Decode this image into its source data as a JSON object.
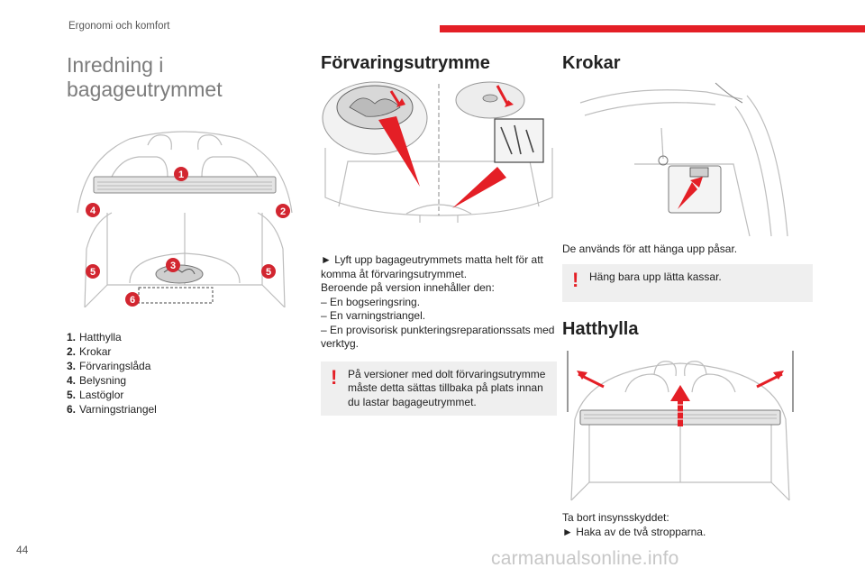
{
  "page": {
    "section_header": "Ergonomi och komfort",
    "page_number": "44",
    "watermark": "carmanualsonline.info",
    "accent_color": "#e41f26"
  },
  "col1": {
    "title": "Inredning i bagageutrymmet",
    "figure_callouts": [
      "1",
      "2",
      "3",
      "4",
      "5",
      "5",
      "6"
    ],
    "legend": [
      {
        "num": "1.",
        "label": "Hatthylla"
      },
      {
        "num": "2.",
        "label": "Krokar"
      },
      {
        "num": "3.",
        "label": "Förvaringslåda"
      },
      {
        "num": "4.",
        "label": "Belysning"
      },
      {
        "num": "5.",
        "label": "Lastöglor"
      },
      {
        "num": "6.",
        "label": "Varningstriangel"
      }
    ]
  },
  "col2": {
    "title": "Förvaringsutrymme",
    "para1": "► Lyft upp bagageutrymmets matta helt för att komma åt förvaringsutrymmet.",
    "para2": "Beroende på version innehåller den:",
    "items": [
      "– En bogseringsring.",
      "– En varningstriangel.",
      "– En provisorisk punkteringsreparationssats med verktyg."
    ],
    "note_icon": "warning-icon",
    "note": "På versioner med dolt förvaringsutrymme måste detta sättas tillbaka på plats innan du lastar bagageutrymmet."
  },
  "col3": {
    "title_hooks": "Krokar",
    "para_hooks": "De används för att hänga upp påsar.",
    "note_icon": "warning-icon",
    "note_hooks": "Häng bara upp lätta kassar.",
    "title_shelf": "Hatthylla",
    "para_shelf1": "Ta bort insynsskyddet:",
    "para_shelf2": "► Haka av de två stropparna."
  }
}
